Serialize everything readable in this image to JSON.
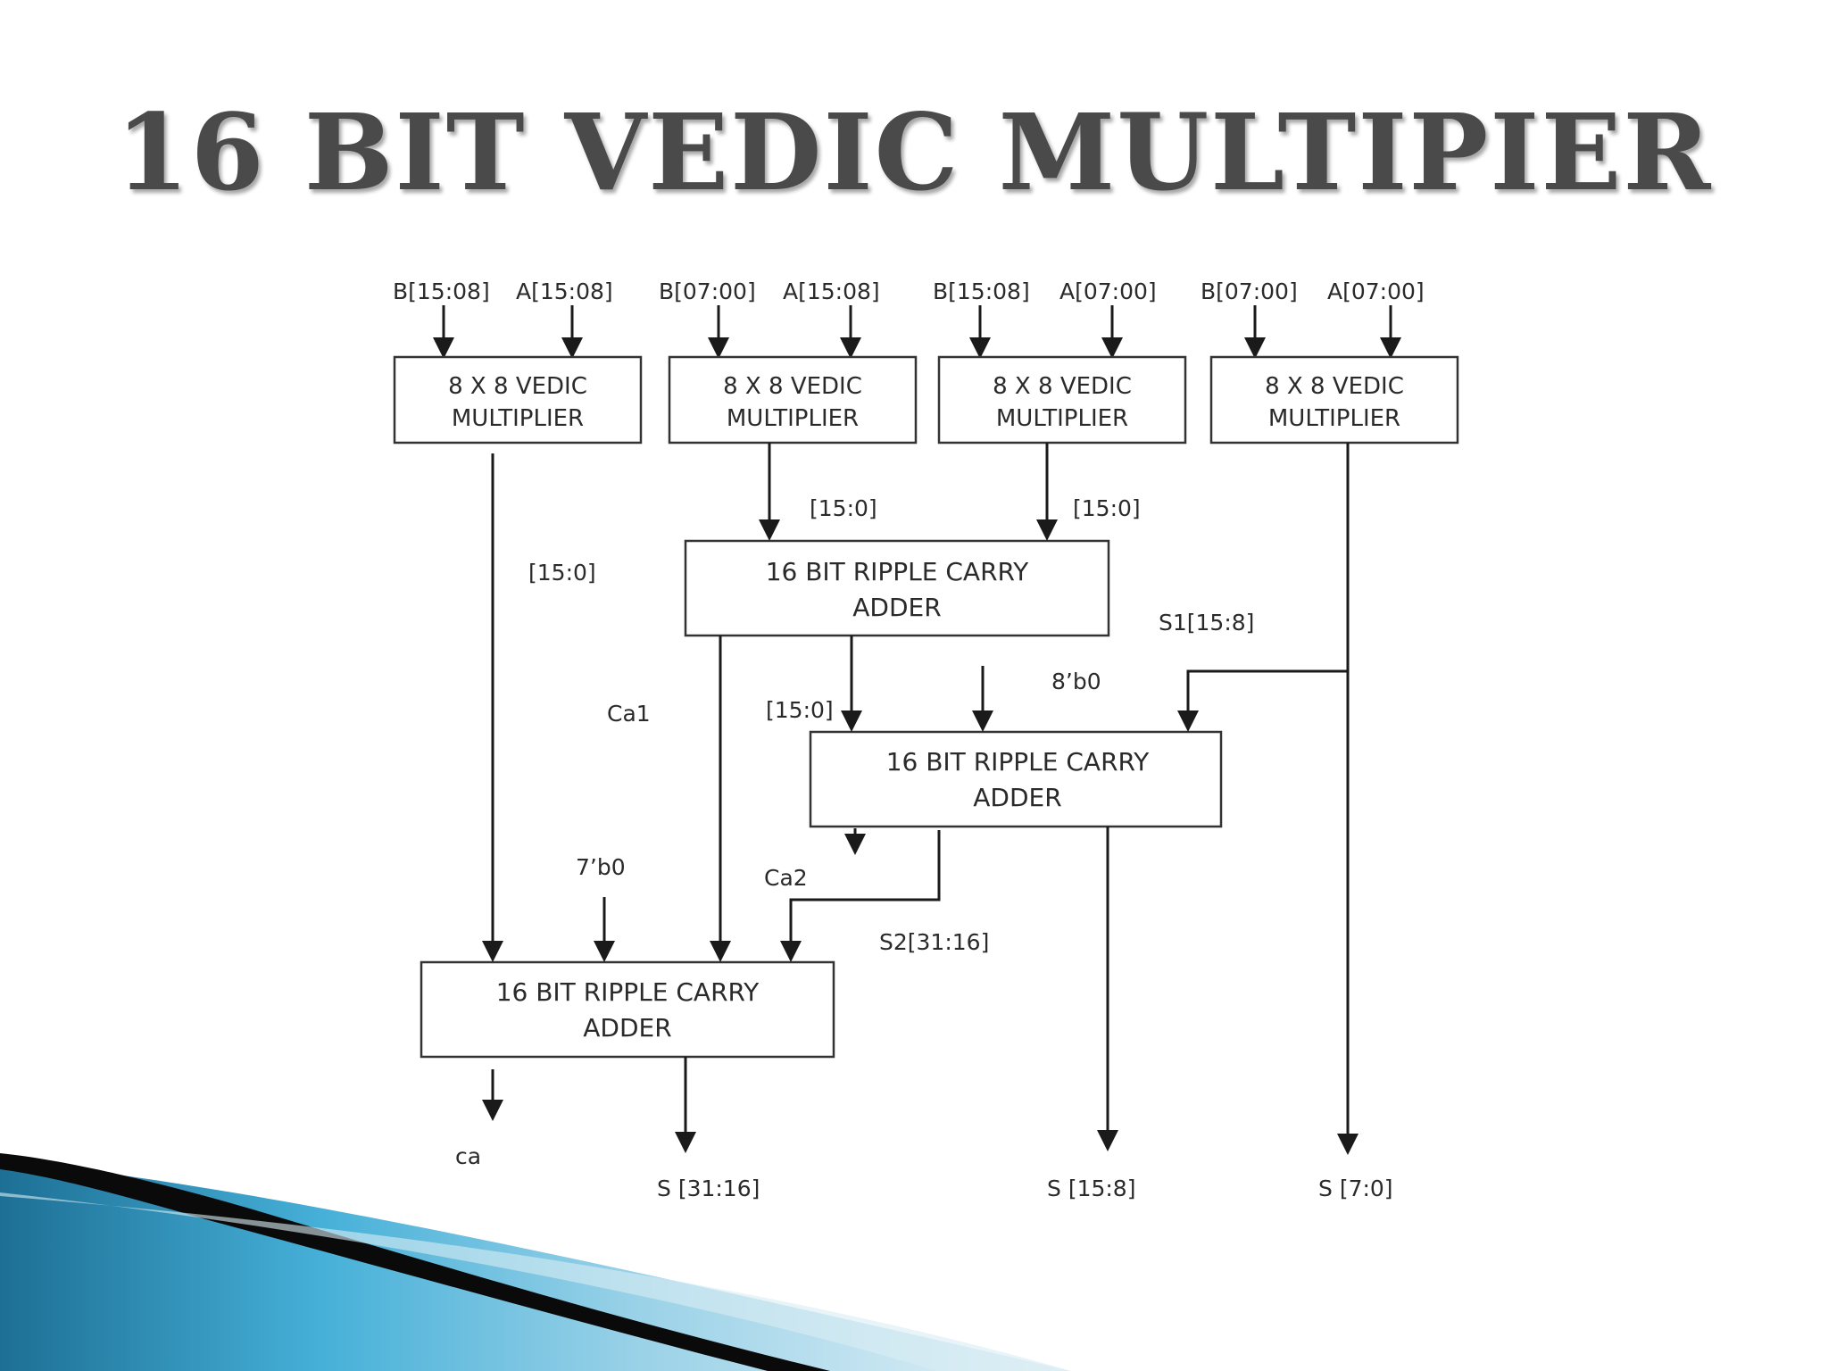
{
  "slide": {
    "title": "16 BIT VEDIC MULTIPIER"
  },
  "diagram": {
    "inputs": [
      {
        "b": "B[15:08]",
        "a": "A[15:08]"
      },
      {
        "b": "B[07:00]",
        "a": "A[15:08]"
      },
      {
        "b": "B[15:08]",
        "a": "A[07:00]"
      },
      {
        "b": "B[07:00]",
        "a": "A[07:00]"
      }
    ],
    "multipliers": [
      {
        "line1": "8 X 8 VEDIC",
        "line2": "MULTIPLIER"
      },
      {
        "line1": "8 X 8 VEDIC",
        "line2": "MULTIPLIER"
      },
      {
        "line1": "8 X 8 VEDIC",
        "line2": "MULTIPLIER"
      },
      {
        "line1": "8 X 8 VEDIC",
        "line2": "MULTIPLIER"
      }
    ],
    "adders": [
      {
        "line1": "16 BIT RIPPLE CARRY",
        "line2": "ADDER"
      },
      {
        "line1": "16 BIT RIPPLE CARRY",
        "line2": "ADDER"
      },
      {
        "line1": "16 BIT RIPPLE CARRY",
        "line2": "ADDER"
      }
    ],
    "labels": {
      "m2_out": "[15:0]",
      "m3_out": "[15:0]",
      "m1_out": "[15:0]",
      "s1": "S1[15:8]",
      "zero8": "8’b0",
      "ca1": "Ca1",
      "add1_out": "[15:0]",
      "zero7": "7’b0",
      "ca2": "Ca2",
      "s2": "S2[31:16]"
    },
    "outputs": {
      "ca": "ca",
      "s_hi": "S [31:16]",
      "s_mid": "S [15:8]",
      "s_lo": "S [7:0]"
    }
  },
  "colors": {
    "title": "#4a4a4a",
    "line": "#1a1a1a",
    "accent_dark": "#000000",
    "accent_blue": "#2f8fb8"
  }
}
